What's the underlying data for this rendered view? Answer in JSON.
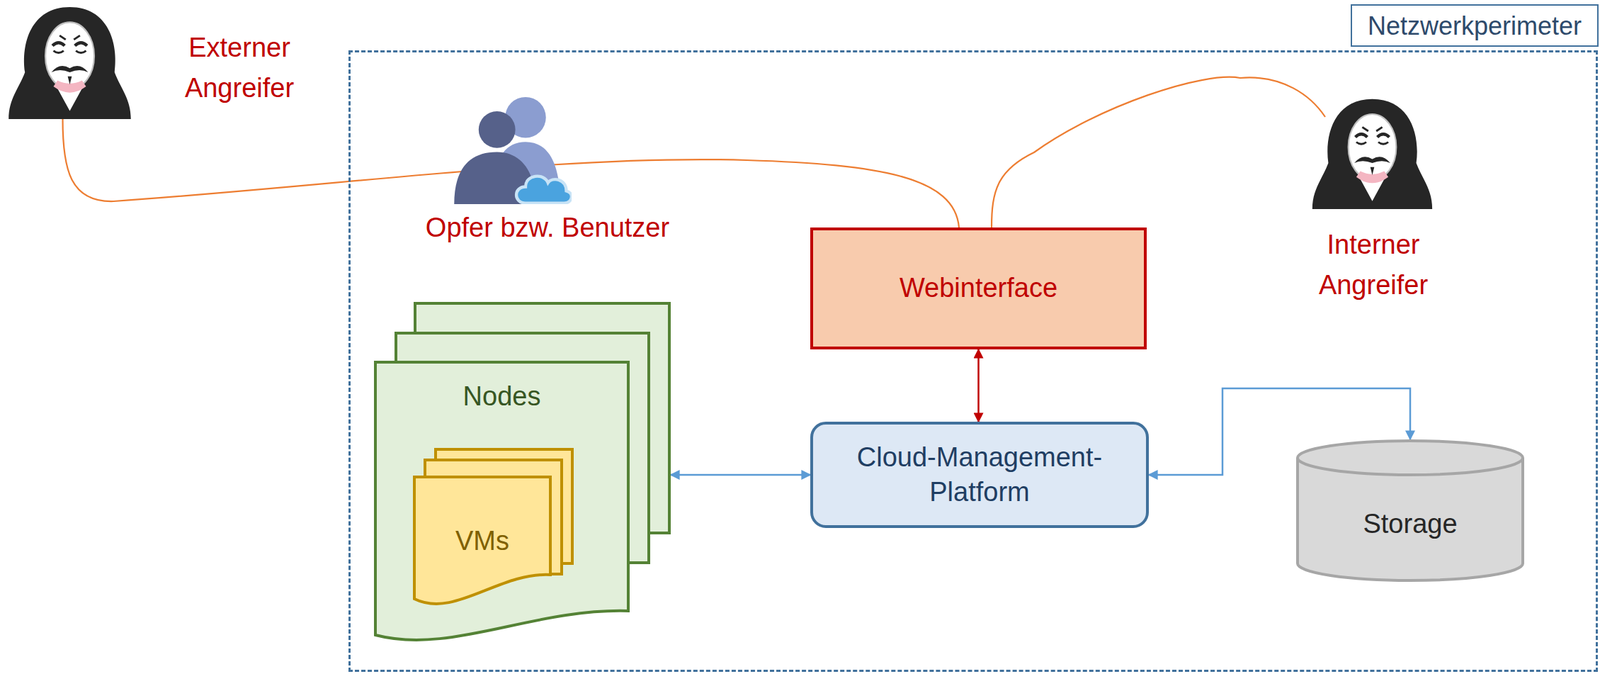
{
  "diagram": {
    "nodes": [
      {
        "text": [
          "Netzwerkperimeter"
        ]
      },
      {
        "text": [
          "Externer Angreifer"
        ]
      },
      {
        "text": [
          "Opfer bzw. Benutzer"
        ],
        "in": 0
      },
      {
        "text": [
          "Webinterface"
        ],
        "in": 0
      },
      {
        "text": [
          "Interner Angreifer"
        ],
        "in": 0
      },
      {
        "text": [
          "Nodes"
        ],
        "in": 0
      },
      {
        "text": [
          "VMs"
        ],
        "in": 5
      },
      {
        "text": [
          "Cloud-Management- Platform"
        ],
        "in": 0
      },
      {
        "text": [
          "Storage"
        ],
        "in": 0
      }
    ],
    "edges": [
      {
        "from": 1,
        "to": 3,
        "arrow": "none"
      },
      {
        "from": 4,
        "to": 3,
        "arrow": "none"
      },
      {
        "from": 3,
        "to": 7,
        "arrow": "both"
      },
      {
        "from": 5,
        "to": 7,
        "arrow": "both"
      },
      {
        "from": 8,
        "to": 7,
        "arrow": "both"
      }
    ]
  }
}
